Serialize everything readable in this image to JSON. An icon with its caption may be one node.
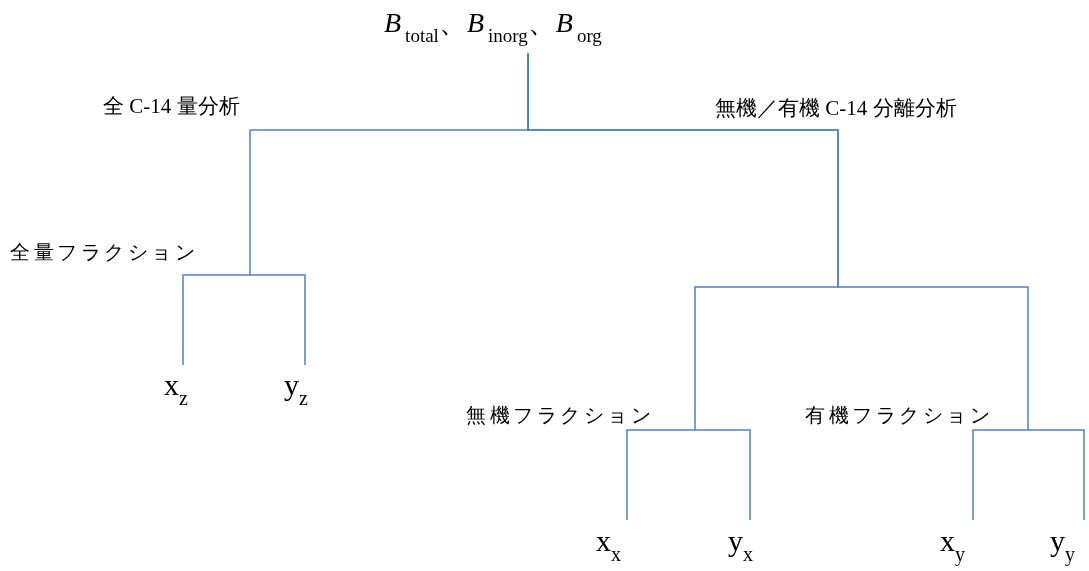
{
  "diagram": {
    "nodes": [
      {
        "text": [
          "*B*$_{total}$、*B*$_{inorg}$、*B*$_{org}$"
        ]
      },
      {
        "text": [
          "全量フラクション"
        ]
      },
      {
        "text": [
          "無機フラクション"
        ]
      },
      {
        "text": [
          "有機フラクション"
        ]
      },
      {
        "text": [
          "x$_{z}$"
        ]
      },
      {
        "text": [
          "y$_{z}$"
        ]
      },
      {
        "text": [
          "x$_{x}$"
        ]
      },
      {
        "text": [
          "y$_{x}$"
        ]
      },
      {
        "text": [
          "x$_{y}$"
        ]
      },
      {
        "text": [
          "y$_{y}$"
        ]
      }
    ],
    "edges": [
      {
        "from": 0,
        "to": 1,
        "arrow": "none"
      },
      {
        "from": 0,
        "to": 2,
        "arrow": "none"
      },
      {
        "from": 0,
        "to": 3,
        "arrow": "none"
      },
      {
        "from": 1,
        "to": 4,
        "arrow": "none"
      },
      {
        "from": 1,
        "to": 5,
        "arrow": "none"
      },
      {
        "from": 2,
        "to": 6,
        "arrow": "none"
      },
      {
        "from": 2,
        "to": 7,
        "arrow": "none"
      },
      {
        "from": 3,
        "to": 8,
        "arrow": "none"
      },
      {
        "from": 3,
        "to": 9,
        "arrow": "none"
      }
    ],
    "labels": [
      "全 C-14 量分析",
      "無機／有機 C-14 分離分析"
    ]
  }
}
